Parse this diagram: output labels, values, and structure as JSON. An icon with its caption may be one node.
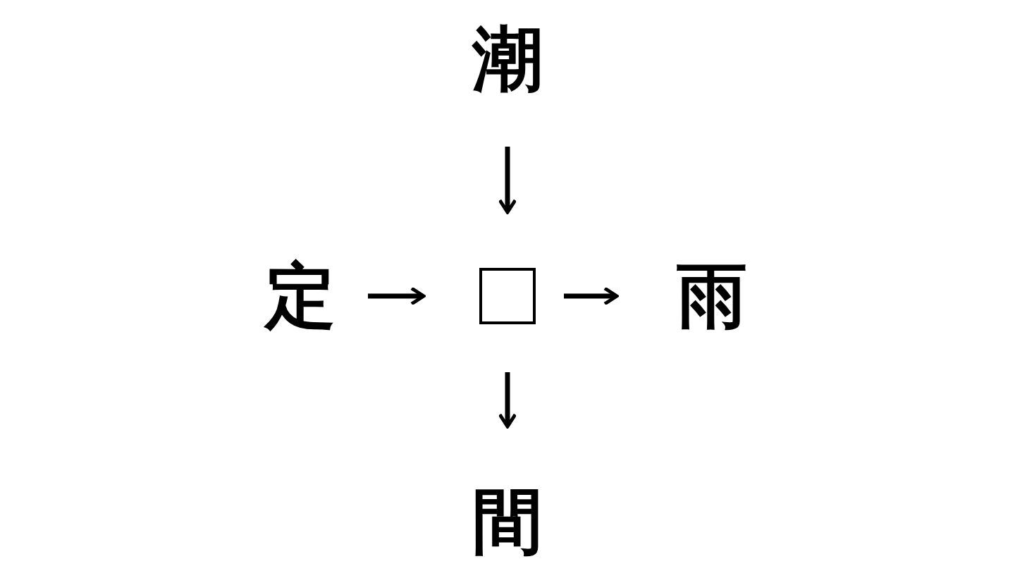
{
  "diagram": {
    "nodes": [
      {
        "text": [
          "潮"
        ]
      },
      {
        "text": [
          "定"
        ]
      },
      {
        "text": [],
        "shape": "box"
      },
      {
        "text": [
          "雨"
        ]
      },
      {
        "text": [
          "間"
        ]
      }
    ],
    "edges": [
      {
        "from": 0,
        "to": 2,
        "arrow": "to"
      },
      {
        "from": 1,
        "to": 2,
        "arrow": "to"
      },
      {
        "from": 2,
        "to": 3,
        "arrow": "to"
      },
      {
        "from": 2,
        "to": 4,
        "arrow": "to"
      }
    ]
  }
}
